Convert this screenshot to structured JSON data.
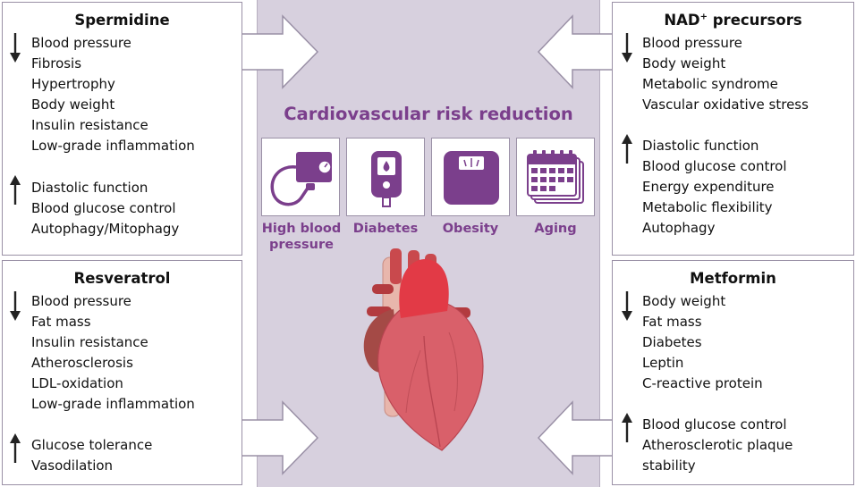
{
  "title": "Cardiovascular risk reduction",
  "colors": {
    "accent": "#7b3f8c",
    "panel": "#d7d0de",
    "border": "#9a90a6",
    "heart": "#c9494d"
  },
  "conditions": [
    {
      "label": "High blood pressure",
      "icon": "blood-pressure-monitor-icon"
    },
    {
      "label": "Diabetes",
      "icon": "glucose-meter-icon"
    },
    {
      "label": "Obesity",
      "icon": "scale-icon"
    },
    {
      "label": "Aging",
      "icon": "calendar-icon"
    }
  ],
  "spermidine": {
    "name": "Spermidine",
    "decreases": [
      "Blood pressure",
      "Fibrosis",
      "Hypertrophy",
      "Body weight",
      "Insulin resistance",
      "Low-grade inflammation"
    ],
    "increases": [
      "Diastolic function",
      "Blood glucose control",
      "Autophagy/Mitophagy"
    ]
  },
  "nad": {
    "name": "NAD",
    "name_sup": "+",
    "name_suffix": " precursors",
    "decreases": [
      "Blood pressure",
      "Body weight",
      "Metabolic syndrome",
      "Vascular oxidative stress"
    ],
    "increases": [
      "Diastolic function",
      "Blood glucose control",
      "Energy expenditure",
      "Metabolic flexibility",
      "Autophagy"
    ]
  },
  "resveratrol": {
    "name": "Resveratrol",
    "decreases": [
      "Blood pressure",
      "Fat mass",
      "Insulin resistance",
      "Atherosclerosis",
      "LDL-oxidation",
      "Low-grade inflammation"
    ],
    "increases": [
      "Glucose tolerance",
      "Vasodilation"
    ]
  },
  "metformin": {
    "name": "Metformin",
    "decreases": [
      "Body weight",
      "Fat mass",
      "Diabetes",
      "Leptin",
      "C-reactive protein"
    ],
    "increases": [
      "Blood glucose control",
      "Atherosclerotic plaque",
      "stability"
    ]
  }
}
